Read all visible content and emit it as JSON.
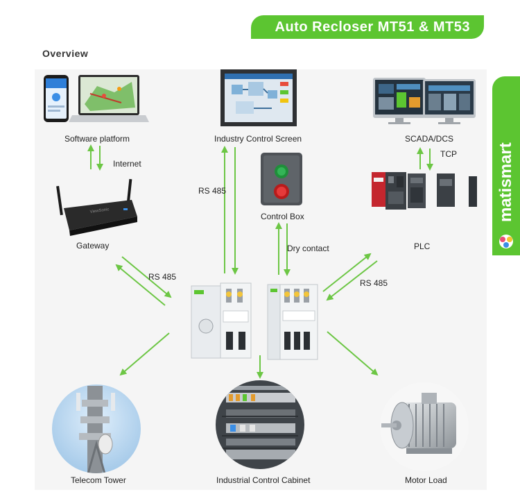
{
  "header": {
    "title": "Auto Recloser MT51 & MT53"
  },
  "section": {
    "title": "Overview"
  },
  "brand": {
    "name": "matismart"
  },
  "nodes": {
    "software_platform": "Software platform",
    "industry_control_screen": "Industry Control Screen",
    "scada_dcs": "SCADA/DCS",
    "gateway": "Gateway",
    "control_box": "Control Box",
    "plc": "PLC",
    "telecom_tower": "Telecom Tower",
    "industrial_control_cabinet": "Industrial Control Cabinet",
    "motor_load": "Motor Load"
  },
  "links": {
    "internet": "Internet",
    "tcp": "TCP",
    "rs485_screen": "RS 485",
    "rs485_gateway": "RS 485",
    "rs485_plc": "RS 485",
    "dry_contact": "Dry contact"
  },
  "colors": {
    "accent": "#5cc531",
    "arrow": "#6cc644",
    "panel": "#f5f5f5"
  }
}
